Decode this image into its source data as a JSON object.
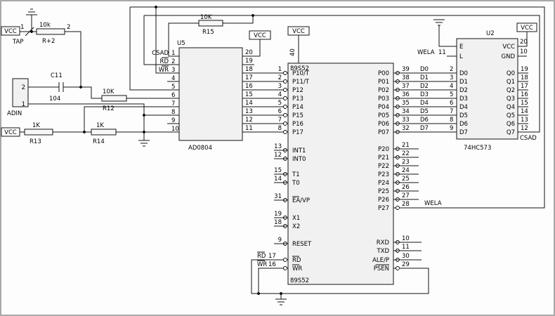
{
  "labels": {
    "vcc": "VCC"
  },
  "nets": {
    "wela": "WELA",
    "csad": "CSAD"
  },
  "analog": {
    "pot": {
      "pin_left": "1",
      "pin_right": "2",
      "tap": "TAP",
      "value": "10k",
      "ref": "R+2"
    },
    "c11": {
      "ref": "C11",
      "value": "104"
    },
    "conn": {
      "name": "ADIN",
      "pin_top": "2",
      "pin_bottom": "1"
    },
    "r12": {
      "value": "10K",
      "ref": "R12"
    },
    "r13": {
      "value": "1K",
      "ref": "R13"
    },
    "r14": {
      "value": "1K",
      "ref": "R14"
    }
  },
  "r15": {
    "value": "10K",
    "ref": "R15"
  },
  "u5": {
    "ref": "U5",
    "part": "AD0804",
    "left_pins": [
      {
        "name": "CSAD",
        "num": "1"
      },
      {
        "name": "RD",
        "num": "2"
      },
      {
        "name": "WR",
        "num": "3"
      },
      {
        "name": "",
        "num": "4"
      },
      {
        "name": "",
        "num": "5"
      },
      {
        "name": "",
        "num": "6"
      },
      {
        "name": "",
        "num": "7"
      },
      {
        "name": "",
        "num": "8"
      },
      {
        "name": "",
        "num": "9"
      },
      {
        "name": "",
        "num": "10"
      }
    ],
    "right_pins": [
      "20",
      "19",
      "18",
      "17",
      "16",
      "15",
      "14",
      "13",
      "12",
      "11"
    ]
  },
  "mcu": {
    "part": "89S52",
    "vcc_pin_num": "40",
    "ext_rd": {
      "name": "RD",
      "num": "17"
    },
    "ext_wr": {
      "name": "WR",
      "num": "16"
    },
    "left_groups": [
      {
        "pins": [
          {
            "name": "P10/T",
            "num": "1"
          },
          {
            "name": "P11/T",
            "num": "2"
          },
          {
            "name": "P12",
            "num": "3"
          },
          {
            "name": "P13",
            "num": "4"
          },
          {
            "name": "P14",
            "num": "5"
          },
          {
            "name": "P15",
            "num": "6"
          },
          {
            "name": "P16",
            "num": "7"
          },
          {
            "name": "P17",
            "num": "8"
          }
        ]
      },
      {
        "pins": [
          {
            "name": "INT1",
            "num": "13"
          },
          {
            "name": "INT0",
            "num": "12"
          }
        ]
      },
      {
        "pins": [
          {
            "name": "T1",
            "num": "15"
          },
          {
            "name": "T0",
            "num": "14"
          }
        ]
      },
      {
        "pins": [
          {
            "name": "EA/VP",
            "num": "31",
            "ov": 2
          }
        ]
      },
      {
        "pins": [
          {
            "name": "X1",
            "num": "19"
          },
          {
            "name": "X2",
            "num": "18"
          }
        ]
      },
      {
        "pins": [
          {
            "name": "RESET",
            "num": "9"
          }
        ]
      },
      {
        "pins": [
          {
            "name": "RD",
            "num": "17",
            "ov": 2
          },
          {
            "name": "WR",
            "num": "16",
            "ov": 2
          }
        ]
      }
    ],
    "right_groups": [
      {
        "pins": [
          {
            "name": "P00",
            "num": "39"
          },
          {
            "name": "P01",
            "num": "38"
          },
          {
            "name": "P02",
            "num": "37"
          },
          {
            "name": "P03",
            "num": "36"
          },
          {
            "name": "P04",
            "num": "35"
          },
          {
            "name": "P05",
            "num": "34"
          },
          {
            "name": "P06",
            "num": "33"
          },
          {
            "name": "P07",
            "num": "32"
          }
        ]
      },
      {
        "pins": [
          {
            "name": "P20",
            "num": "21"
          },
          {
            "name": "P21",
            "num": "22"
          },
          {
            "name": "P22",
            "num": "23"
          },
          {
            "name": "P23",
            "num": "24"
          },
          {
            "name": "P24",
            "num": "25"
          },
          {
            "name": "P25",
            "num": "26"
          },
          {
            "name": "P26",
            "num": "27"
          },
          {
            "name": "P27",
            "num": "28"
          }
        ]
      },
      {
        "pins": [
          {
            "name": "RXD",
            "num": "10"
          },
          {
            "name": "TXD",
            "num": "11"
          }
        ]
      },
      {
        "pins": [
          {
            "name": "ALE/P",
            "num": "30"
          },
          {
            "name": "PSEN",
            "num": "29",
            "ov": 4
          }
        ]
      }
    ]
  },
  "u2": {
    "ref": "U2",
    "part": "74HC573",
    "ctrl_rows": [
      {
        "left": "E",
        "right": "VCC",
        "rnum": "20"
      },
      {
        "left": "L",
        "right": "GND",
        "rnum": "10"
      }
    ],
    "le": {
      "net": "WELA",
      "num": "11"
    },
    "data_rows": [
      {
        "net": "D0",
        "num": "2",
        "d": "D0",
        "q": "Q0",
        "qnum": "19"
      },
      {
        "net": "D1",
        "num": "3",
        "d": "D1",
        "q": "Q1",
        "qnum": "18"
      },
      {
        "net": "D2",
        "num": "4",
        "d": "D2",
        "q": "Q2",
        "qnum": "17"
      },
      {
        "net": "D3",
        "num": "5",
        "d": "D3",
        "q": "Q3",
        "qnum": "16"
      },
      {
        "net": "D4",
        "num": "6",
        "d": "D4",
        "q": "Q4",
        "qnum": "15"
      },
      {
        "net": "D5",
        "num": "7",
        "d": "D5",
        "q": "Q5",
        "qnum": "14"
      },
      {
        "net": "D6",
        "num": "8",
        "d": "D6",
        "q": "Q6",
        "qnum": "13"
      },
      {
        "net": "D7",
        "num": "9",
        "d": "D7",
        "q": "Q7",
        "qnum": "12"
      }
    ]
  }
}
